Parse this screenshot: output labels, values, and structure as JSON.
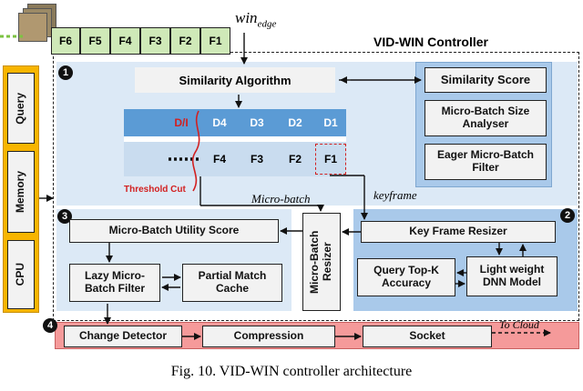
{
  "frames": [
    "F6",
    "F5",
    "F4",
    "F3",
    "F2",
    "F1"
  ],
  "win_edge": {
    "base": "win",
    "sub": "edge"
  },
  "controller_title": "VID-WIN Controller",
  "resources": [
    "Query",
    "Memory",
    "CPU"
  ],
  "numbers": [
    "1",
    "2",
    "3",
    "4"
  ],
  "similarity_algorithm": "Similarity Algorithm",
  "grid": {
    "top_row": [
      "D/I",
      "D4",
      "D3",
      "D2",
      "D1"
    ],
    "bottom_row": [
      "F4",
      "F3",
      "F2",
      "F1"
    ]
  },
  "threshold_cut": "Threshold Cut",
  "micro_batch_label": "Micro-batch",
  "keyframe_label": "keyframe",
  "right_panel": [
    "Similarity Score",
    "Micro-Batch Size Analyser",
    "Eager Micro-Batch Filter"
  ],
  "left_panel": {
    "utility_score": "Micro-Batch Utility Score",
    "lazy_filter": "Lazy Micro-Batch Filter",
    "partial_cache": "Partial Match Cache"
  },
  "micro_batch_resizer": "Micro-Batch Resizer",
  "key_frame_resizer": "Key Frame Resizer",
  "query_topk": "Query Top-K Accuracy",
  "dnn_model": "Light weight DNN Model",
  "bottom_bar": [
    "Change Detector",
    "Compression",
    "Socket"
  ],
  "to_cloud": "To Cloud",
  "caption": "Fig. 10. VID-WIN controller architecture",
  "colors": {
    "grid_blue": "#5b9bd5",
    "panel_light": "#dce9f6",
    "panel_mid": "#a9c9ea",
    "frame_green": "#cfe9b8",
    "resource_yellow": "#f7b500",
    "bottom_red": "#f59a9a",
    "threshold_red": "#d22020"
  }
}
